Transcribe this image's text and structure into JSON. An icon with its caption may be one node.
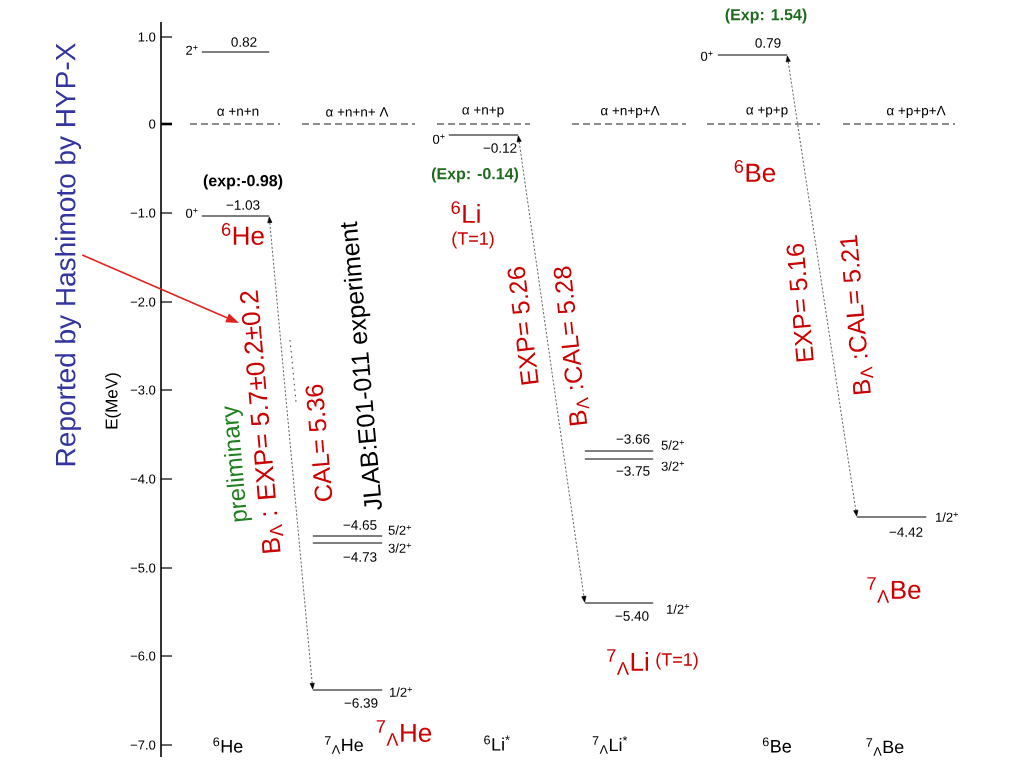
{
  "diagram": {
    "nodes": [
      {
        "text": [
          "Reported by Hashimoto by HYP-X"
        ]
      },
      {
        "text": [],
        "shape": "line",
        "beside": [
          "2$^{+}$",
          "0.82"
        ]
      },
      {
        "text": [],
        "shape": "line",
        "beside": [
          "(exp:-0.98)",
          "0$^{+}$",
          "−1.03"
        ]
      },
      {
        "text": [
          "B$_{Λ}$ : EXP= 5.7±0.2±0.2"
        ]
      },
      {
        "text": [],
        "shape": "line",
        "beside": [
          "−4.65",
          "5/2$^{+}$"
        ]
      },
      {
        "text": [],
        "shape": "line",
        "beside": [
          "3/2$^{+}$",
          "−4.73"
        ]
      },
      {
        "text": [],
        "shape": "line",
        "beside": [
          "1/2$^{+}$",
          "−6.39"
        ]
      },
      {
        "text": [],
        "shape": "line",
        "beside": [
          "0$^{+}$",
          "−0.12",
          "(Exp: -0.14)"
        ]
      },
      {
        "text": [],
        "shape": "line",
        "beside": [
          "−3.66",
          "5/2$^{+}$"
        ]
      },
      {
        "text": [],
        "shape": "line",
        "beside": [
          "3/2$^{+}$",
          "−3.75"
        ]
      },
      {
        "text": [],
        "shape": "line",
        "beside": [
          "1/2$^{+}$",
          "−5.40"
        ]
      },
      {
        "text": [],
        "shape": "line",
        "beside": [
          "(Exp: 1.54)",
          "0$^{+}$",
          "0.79"
        ]
      },
      {
        "text": [],
        "shape": "line",
        "beside": [
          "1/2$^{+}$",
          "−4.42"
        ]
      }
    ],
    "edges": [
      {
        "from": 2,
        "to": 6,
        "arrow": "both",
        "style": "dashed"
      },
      {
        "from": 7,
        "to": 10,
        "arrow": "both",
        "style": "dashed"
      },
      {
        "from": 11,
        "to": 12,
        "arrow": "both",
        "style": "dashed"
      },
      {
        "from": 0,
        "to": 3,
        "arrow": "to",
        "color": "#e3211c"
      }
    ],
    "labels": [
      "1.0",
      "0",
      "−1.0",
      "−2.0",
      "−3.0",
      "−4.0",
      "−5.0",
      "−6.0",
      "−7.0",
      "E(MeV)",
      "α +n+n",
      "α +n+n+ Λ",
      "α +n+p",
      "α +n+p+Λ",
      "α +p+p",
      "α +p+p+Λ",
      "$^{6}$He",
      "preliminary",
      "CAL= 5.36",
      "JLAB:E01-011 experiment",
      "$^{7}$$_{Λ}$He",
      "$^{6}$Li",
      "(T=1)",
      "EXP= 5.26",
      "B$_{Λ}$ :CAL= 5.28",
      "$^{7}$$_{Λ}$Li",
      "(T=1)",
      "$^{6}$Be",
      "EXP= 5.16",
      "B$_{Λ}$ :CAL= 5.21",
      "$^{7}$$_{Λ}$Be",
      "$^{6}$He",
      "$^{7}$$_{Λ}$He",
      "$^{6}$Li$^{*}$",
      "$^{7}$$_{Λ}$Li$^{*}$",
      "$^{6}$Be",
      "$^{7}$$_{Λ}$Be"
    ]
  }
}
